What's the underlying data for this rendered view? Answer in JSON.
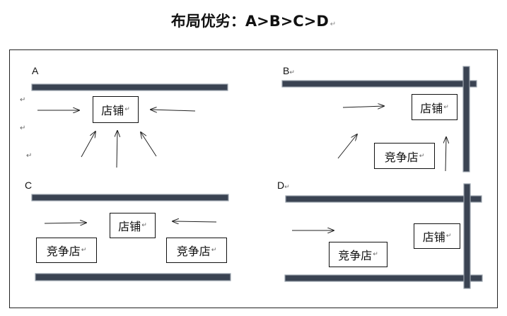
{
  "title": {
    "text": "布局优劣：A>B>C>D",
    "return_mark": "↵"
  },
  "return_mark": "↵",
  "quadrants": {
    "a": {
      "label": "A",
      "store": "店铺"
    },
    "b": {
      "label": "B",
      "store": "店铺",
      "competitor": "竞争店"
    },
    "c": {
      "label": "C",
      "store": "店铺",
      "competitor_left": "竞争店",
      "competitor_right": "竞争店"
    },
    "d": {
      "label": "D",
      "store": "店铺",
      "competitor": "竞争店"
    }
  },
  "colors": {
    "road": "#3a4352",
    "road_edge": "#9aa3ad",
    "line": "#222222"
  }
}
